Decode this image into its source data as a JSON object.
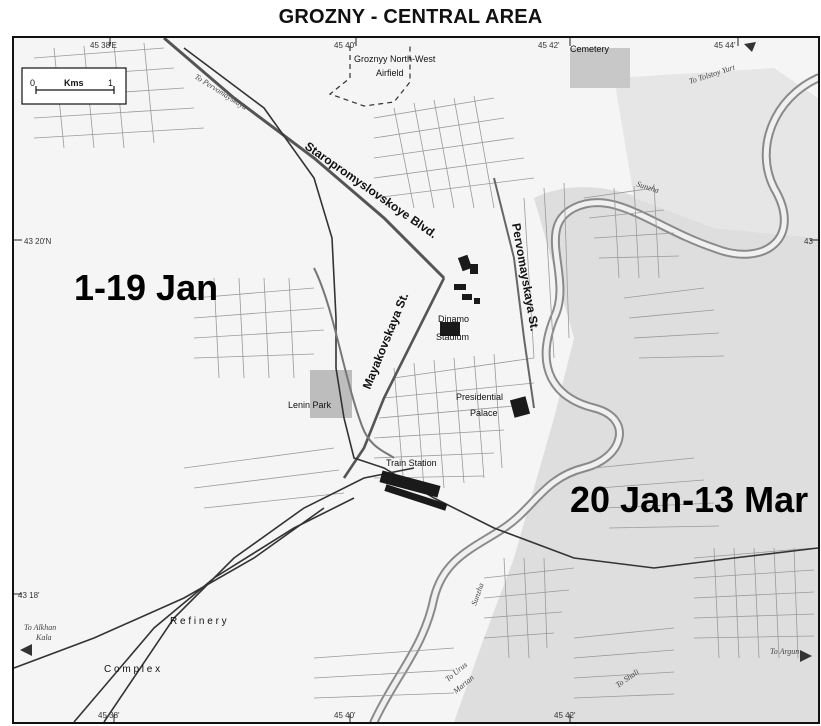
{
  "title": "GROZNY - CENTRAL AREA",
  "scale_bar": {
    "zero": "0",
    "one": "1",
    "unit": "Kms"
  },
  "phases": {
    "first": "1-19 Jan",
    "second": "20 Jan-13 Mar"
  },
  "streets": {
    "staropromyslovskoye": "Staropromyslovskoye Blvd.",
    "mayakovskaya": "Mayakovskaya St.",
    "pervomayskaya": "Pervomayskaya St."
  },
  "places": {
    "airfield_line1": "Groznyy North-West",
    "airfield_line2": "Airfield",
    "cemetery": "Cemetery",
    "dinamo_line1": "Dinamo",
    "dinamo_line2": "Stadium",
    "palace_line1": "Presidential",
    "palace_line2": "Palace",
    "lenin_park": "Lenin Park",
    "train_station": "Train Station",
    "refinery": "R e f i n e r y",
    "complex": "C o m p l e x"
  },
  "roads": {
    "to_pervomayskaya": "To Pervomayskaya",
    "to_tolstoy_yurt": "To Tolstoy Yurt",
    "to_alkhan_kala_1": "To Alkhan",
    "to_alkhan_kala_2": "Kala",
    "to_argun": "To Argun",
    "to_urus_martan_1": "To Urus",
    "to_urus_martan_2": "Martan",
    "to_shali": "To Shali"
  },
  "rivers": {
    "sunzha": "Sunzha"
  },
  "grid_labels": {
    "lon_1": "45 38'E",
    "lon_2": "45 40'",
    "lon_3": "45 42'",
    "lon_4": "45 44'",
    "lat_1": "43 20'N",
    "lat_2": "43 18'",
    "lat_right": "43",
    "lon_bottom_1": "45 38'",
    "lon_bottom_2": "45 40'",
    "lon_bottom_3": "45 42'"
  },
  "colors": {
    "background": "#f4f4f4",
    "built_area": "#dcdcdc",
    "park": "#b9b9b9",
    "building": "#1a1a1a",
    "river": "#7a7a7a"
  }
}
